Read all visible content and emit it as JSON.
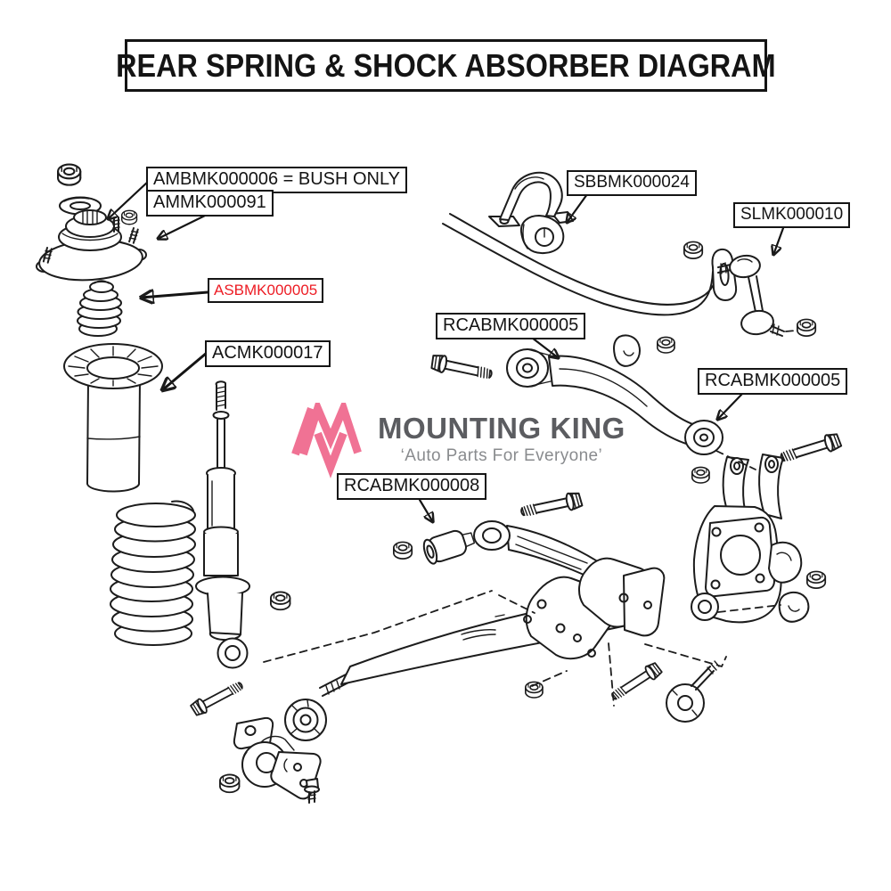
{
  "title": "REAR SPRING & SHOCK ABSORBER DIAGRAM",
  "watermark": {
    "logo_icon": "mounting-king-m-logo",
    "logo_color": "#f06d90",
    "brand": "MOUNTING KING",
    "brand_color": "#55565a",
    "tagline": "‘Auto Parts For Everyone’",
    "tagline_color": "#85878a"
  },
  "labels": [
    {
      "text": "AMBMK000006 = BUSH ONLY",
      "color": "#141414",
      "points_to": "strut-mount-bush"
    },
    {
      "text": "AMMK000091",
      "color": "#141414",
      "points_to": "strut-mount"
    },
    {
      "text": "ASBMK000005",
      "color": "#ed1c24",
      "points_to": "bump-stop",
      "highlighted": true
    },
    {
      "text": "ACMK000017",
      "color": "#141414",
      "points_to": "dust-cover"
    },
    {
      "text": "SBBMK000024",
      "color": "#141414",
      "points_to": "stabilizer-bar-bushing"
    },
    {
      "text": "SLMK000010",
      "color": "#141414",
      "points_to": "stabilizer-link"
    },
    {
      "text": "RCABMK000005",
      "color": "#141414",
      "points_to": "upper-control-arm-inner-bushing"
    },
    {
      "text": "RCABMK000005",
      "color": "#141414",
      "points_to": "upper-control-arm-outer-bushing"
    },
    {
      "text": "RCABMK000008",
      "color": "#141414",
      "points_to": "lower-arm-bushing"
    }
  ]
}
